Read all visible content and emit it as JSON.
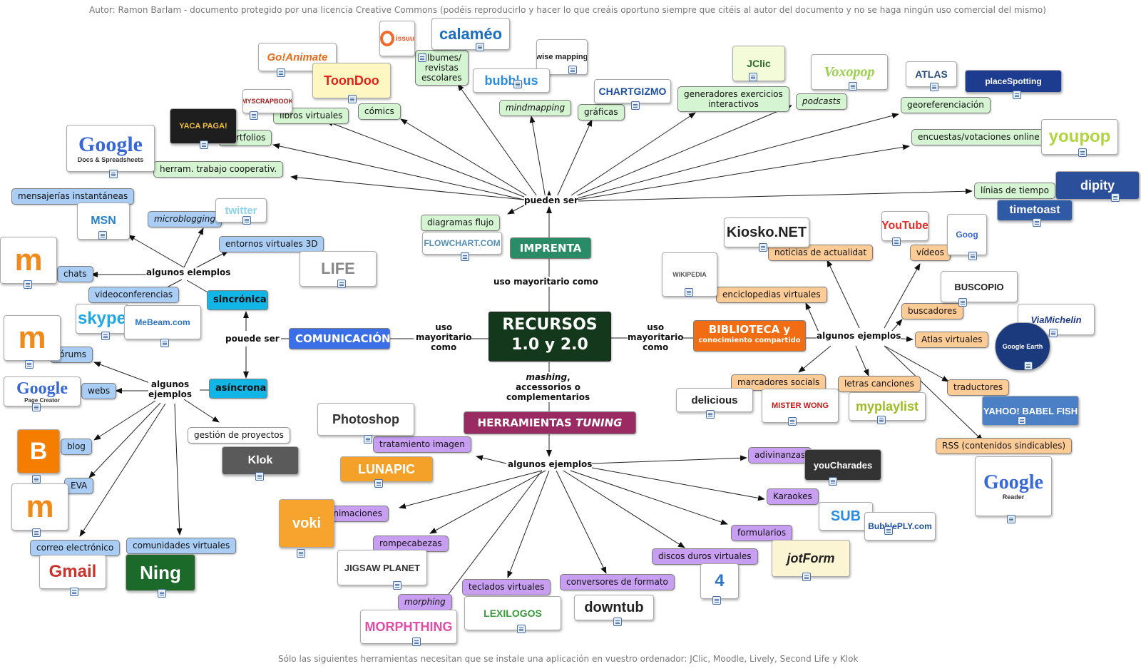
{
  "header": "Autor:  Ramon Barlam - documento protegido por una licencia Creative Commons (podéis reproducirlo y hacer lo que creáis oportuno siempre que citéis al autor del documento y no se haga ningún uso comercial del mismo)",
  "footer": "Sólo las siguientes herramientas necesitan que se instale una aplicación en vuestro ordenador:  JClic, Moodle, Lively, Second Life y Klok",
  "center": {
    "line1": "RECURSOS",
    "line2": "1.0 y 2.0"
  },
  "hubs": {
    "imprenta": "IMPRENTA",
    "comunicacion": "COMUNICACIÓN",
    "biblioteca_title": "BIBLIOTECA y",
    "biblioteca_sub": "conocimiento compartido",
    "herramientas": "HERRAMIENTAS",
    "tuning": "TUNING",
    "sincronica": "sincrónica",
    "asincrona": "asíncrona"
  },
  "links": {
    "uso_imprenta": "uso mayoritario como",
    "uso_com_1": "uso",
    "uso_com_2": "mayoritario",
    "uso_com_3": "como",
    "uso_bib_1": "uso",
    "uso_bib_2": "mayoritario",
    "uso_bib_3": "como",
    "mashing": "mashing",
    "mashing_rest": ",",
    "accessorios": "accessorios o",
    "complementarios": "complementarios",
    "pueden_ser": "pueden ser",
    "pouede_ser": "pouede ser",
    "algunos_elemplos": "algunos elemplos",
    "algunos_ejemplos_asin_1": "algunos",
    "algunos_ejemplos_asin_2": "ejemplos",
    "algunos_ejemplos_bib": "algunos ejemplos",
    "algunos_ejemplos_tun": "algunos ejemplos"
  },
  "imprenta_nodes": {
    "diagramas": "diagramas flujo",
    "herram": "herram. trabajo cooperativ.",
    "portfolios": "portfolios",
    "libros": "libros virtuales",
    "comics": "cómics",
    "albumes": "álbumes/\nrevistas\nescolares",
    "mindmapping": "mindmapping",
    "graficas": "gráficas",
    "generadores": "generadores exercicios\ninteractivos",
    "podcasts": "podcasts",
    "georef": "georeferenciación",
    "encuestas": "encuestas/votaciones online",
    "linias": "línias de tiempo"
  },
  "sync_nodes": {
    "mensajerias": "mensajerías instantáneas",
    "microblogging": "microblogging",
    "entornos": "entornos virtuales 3D",
    "chats": "chats",
    "videoconf": "videoconferencias"
  },
  "async_nodes": {
    "forums": "fórums",
    "webs": "webs",
    "blog": "blog",
    "eva": "EVA",
    "gestion": "gestión de proyectos",
    "correo": "correo electrónico",
    "comunidades": "comunidades virtuales"
  },
  "bib_nodes": {
    "noticias": "noticias de actualidat",
    "enciclopedias": "enciclopedias virtuales",
    "videos": "vídeos",
    "buscadores": "buscadores",
    "atlas": "Atlas virtuales",
    "marcadores": "marcadores socials",
    "letras": "letras canciones",
    "traductores": "traductores",
    "rss": "RSS (contenidos sindicables)"
  },
  "tun_nodes": {
    "tratamiento": "tratamiento imagen",
    "adivinanzas": "adivinanzas",
    "animaciones": "animaciones",
    "karaokes": "Karaokes",
    "rompecabezas": "rompecabezas",
    "formularios": "formularios",
    "discos": "discos duros virtuales",
    "teclados": "teclados virtuales",
    "conversores": "conversores de formato",
    "morphing": "morphing"
  },
  "logos": {
    "issuu": "issuu",
    "calameo": "calaméo",
    "goanimate": "Go!Animate",
    "toondoo": "ToonDoo",
    "wisemapping": "wise mapping",
    "bubblus": "bubbl.us",
    "myscrapbook": "MYSCRAPBOOK",
    "yacapaga": "YACA PAGA!",
    "chartgizmo": "CHARTGIZMO",
    "jclic": "JClic",
    "voxopop": "Voxopop",
    "atlas": "ATLAS",
    "placespotting": "placeSpotting",
    "googledocs": "Google",
    "googledocs_sub": "Docs & Spreadsheets",
    "yoopop": "youpop",
    "dipity": "dipity",
    "timetoast": "timetoast",
    "twitter": "twitter",
    "messenger": "MSN",
    "moodle1": "m",
    "secondlife": "LIFE",
    "flowchart": "FLOWCHART.COM",
    "skype": "skype",
    "mebeam": "MeBeam.com",
    "moodle2": "m",
    "googlepages": "Google",
    "googlepages_sub": "Page Creator",
    "blogger": "B",
    "moodle3": "m",
    "klok": "Klok",
    "gmail": "Gmail",
    "ning": "Ning",
    "kiosko": "Kiosko.NET",
    "youtube": "YouTube",
    "google_video": "Goog",
    "wikipedia": "WIKIPEDIA",
    "buscopio": "BUSCOPIO",
    "viamichelin": "ViaMichelin",
    "googleearth": "Google Earth",
    "delicious": "delicious",
    "misterwong": "MISTER WONG",
    "myplaylist": "myplaylist",
    "yahoobabel": "YAHOO! BABEL FISH",
    "googlereader": "Google",
    "googlereader_sub": "Reader",
    "photoshop": "Photoshop",
    "lunapic": "LUNAPIC",
    "youcharades": "youCharades",
    "voki": "voki",
    "dotsub": "SUB",
    "bubbleply": "BubblePLY.com",
    "jigsaw": "JIGSAW PLANET",
    "jotform": "jotForm",
    "fourshared": "4",
    "lexilogos": "LEXILOGOS",
    "downtub": "downtub",
    "morphthing": "MORPHTHING"
  },
  "colors": {
    "center_bg": "#13381b",
    "imprenta": "#2a8c66",
    "comunicacion": "#3a6fe8",
    "biblioteca": "#f26c13",
    "tuning": "#992b62",
    "sync": "#11b6e6"
  }
}
